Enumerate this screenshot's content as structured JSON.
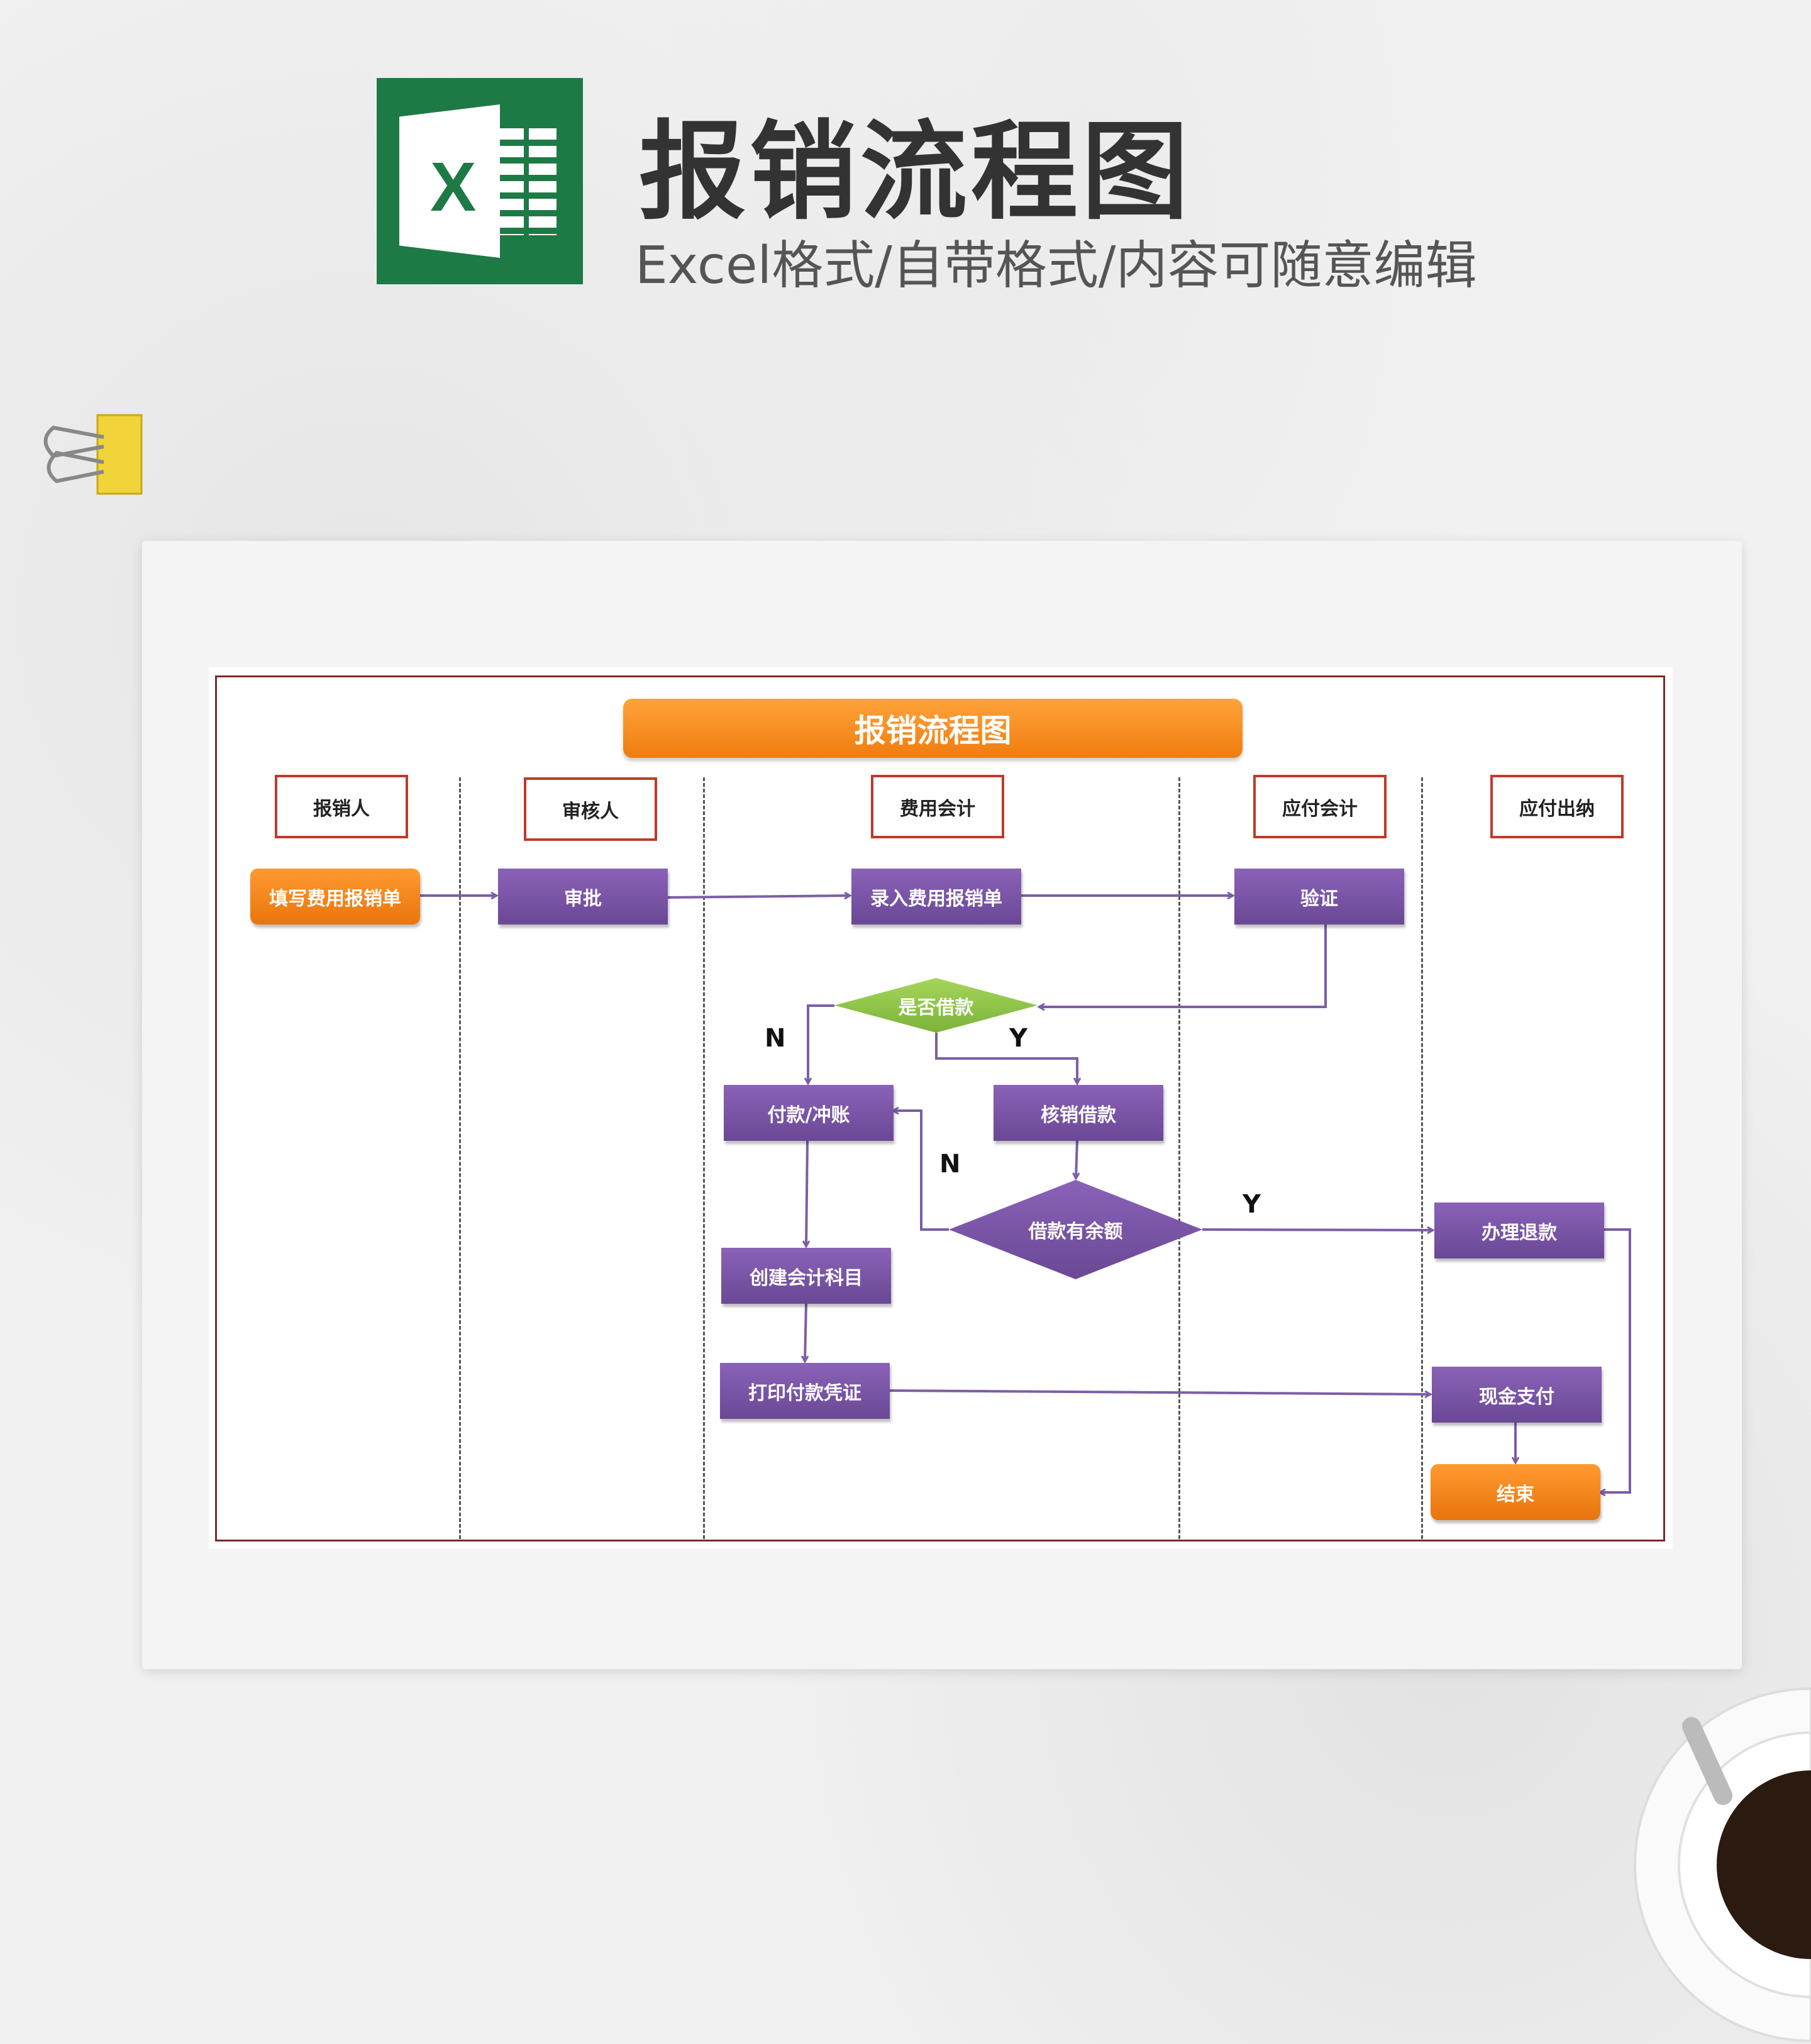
{
  "header": {
    "title": "报销流程图",
    "subtitle": "Excel格式/自带格式/内容可随意编辑",
    "logo_letter": "X"
  },
  "chart": {
    "title": "报销流程图",
    "lanes": [
      "报销人",
      "审核人",
      "费用会计",
      "应付会计",
      "应付出纳"
    ],
    "nodes": {
      "fill_form": "填写费用报销单",
      "approve": "审批",
      "enter_form": "录入费用报销单",
      "verify": "验证",
      "is_loan": "是否借款",
      "pay_offset": "付款/冲账",
      "writeoff_loan": "核销借款",
      "loan_balance": "借款有余额",
      "refund": "办理退款",
      "create_account": "创建会计科目",
      "print_voucher": "打印付款凭证",
      "cash_payment": "现金支付",
      "end": "结束"
    },
    "labels": {
      "n1": "N",
      "y1": "Y",
      "n2": "N",
      "y2": "Y"
    }
  },
  "colors": {
    "purple": "#7b5ea7",
    "orange": "#f28a1e",
    "green": "#8cc63f",
    "excel": "#1e7a45",
    "lane_border": "#c0392b"
  }
}
